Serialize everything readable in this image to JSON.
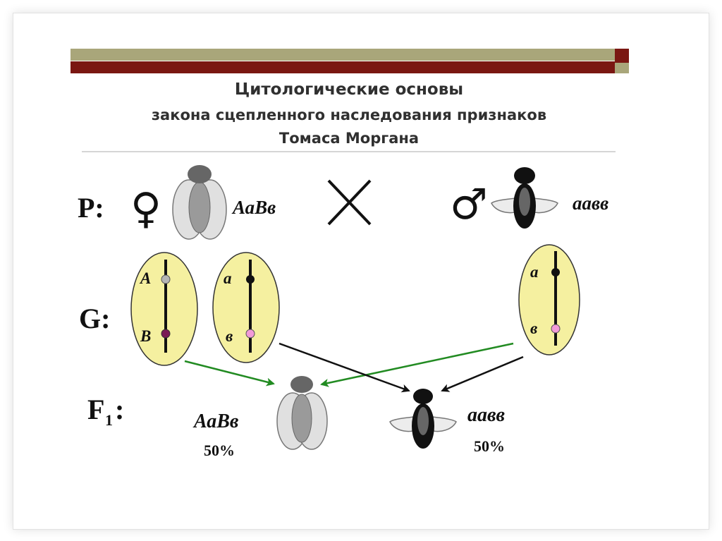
{
  "title": {
    "line1": "Цитологические основы",
    "line2": "закона сцепленного наследования признаков",
    "line3": "Томаса Моргана"
  },
  "rows": {
    "p": "P:",
    "g": "G:",
    "f1": "F",
    "f1_sub": "1",
    "f1_colon": ":"
  },
  "parents": {
    "female_symbol": "♀",
    "female_genotype": "АаВв",
    "cross_symbol": "✕",
    "male_symbol": "♂",
    "male_genotype": "аавв"
  },
  "gametes": [
    {
      "top_allele": "А",
      "bottom_allele": "В"
    },
    {
      "top_allele": "а",
      "bottom_allele": "в"
    },
    {
      "top_allele": "а",
      "bottom_allele": "в"
    }
  ],
  "offspring": [
    {
      "genotype": "АаВв",
      "percent": "50%"
    },
    {
      "genotype": "аавв",
      "percent": "50%"
    }
  ],
  "colors": {
    "header_olive": "#a9a67a",
    "header_maroon": "#7a1712",
    "gamete_fill": "#f5f0a0",
    "green_arrow": "#228b22",
    "black_arrow": "#111111"
  }
}
